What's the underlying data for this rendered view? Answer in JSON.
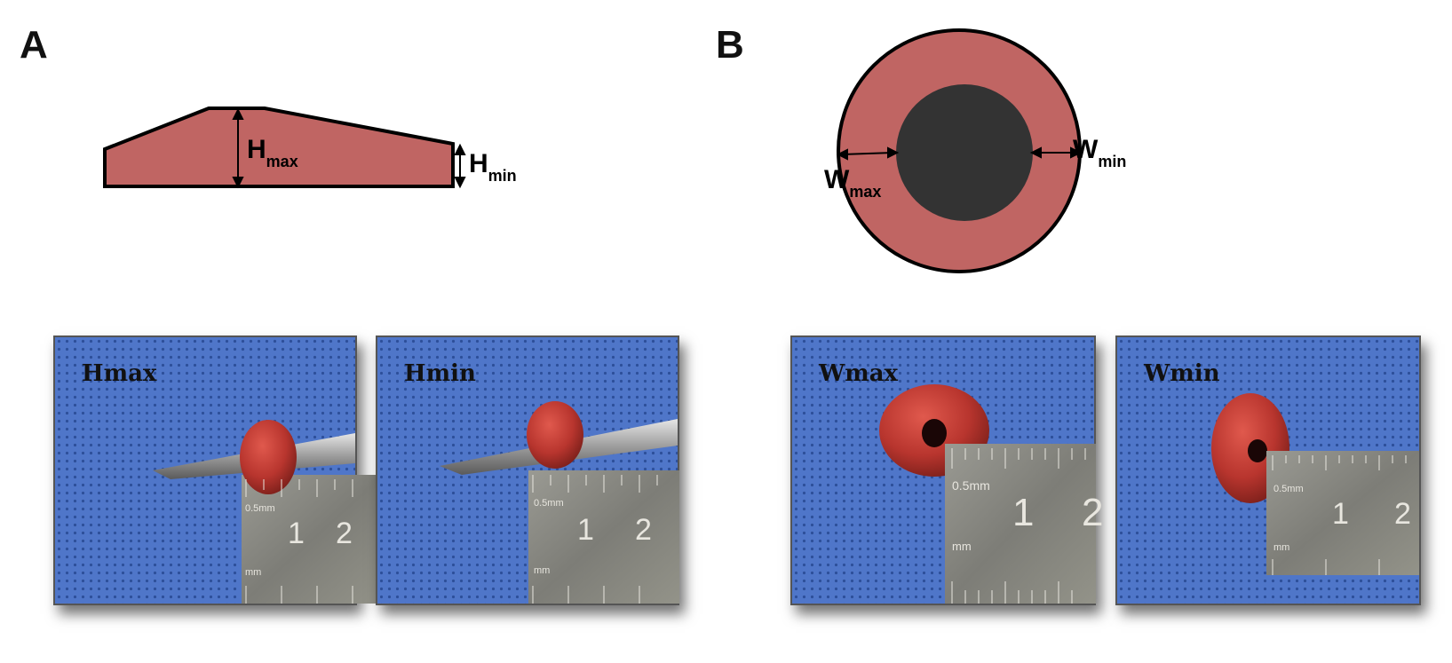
{
  "panels": {
    "a": {
      "label": "A",
      "diagram": {
        "hmax_main": "H",
        "hmax_sub": "max",
        "hmin_main": "H",
        "hmin_sub": "min"
      },
      "photos": [
        {
          "caption": "Hmax",
          "ruler": {
            "unit_text": "0.5mm",
            "mm_text": "mm",
            "num1": "1",
            "num2": "2"
          }
        },
        {
          "caption": "Hmin",
          "ruler": {
            "unit_text": "0.5mm",
            "mm_text": "mm",
            "num1": "1",
            "num2": "2"
          }
        }
      ]
    },
    "b": {
      "label": "B",
      "diagram": {
        "wmax_main": "W",
        "wmax_sub": "max",
        "wmin_main": "W",
        "wmin_sub": "min"
      },
      "photos": [
        {
          "caption": "Wmax",
          "ruler": {
            "unit_text": "0.5mm",
            "mm_text": "mm",
            "num1": "1",
            "num2": "2"
          }
        },
        {
          "caption": "Wmin",
          "ruler": {
            "unit_text": "0.5mm",
            "mm_text": "mm",
            "num1": "1",
            "num2": "2"
          }
        }
      ]
    }
  },
  "colors": {
    "tissue_fill": "#c06563",
    "lumen_fill": "#333333",
    "drape_blue": "#4f76c9",
    "ruler_metal": "#8a8a84",
    "specimen_red": "#b8352e"
  }
}
